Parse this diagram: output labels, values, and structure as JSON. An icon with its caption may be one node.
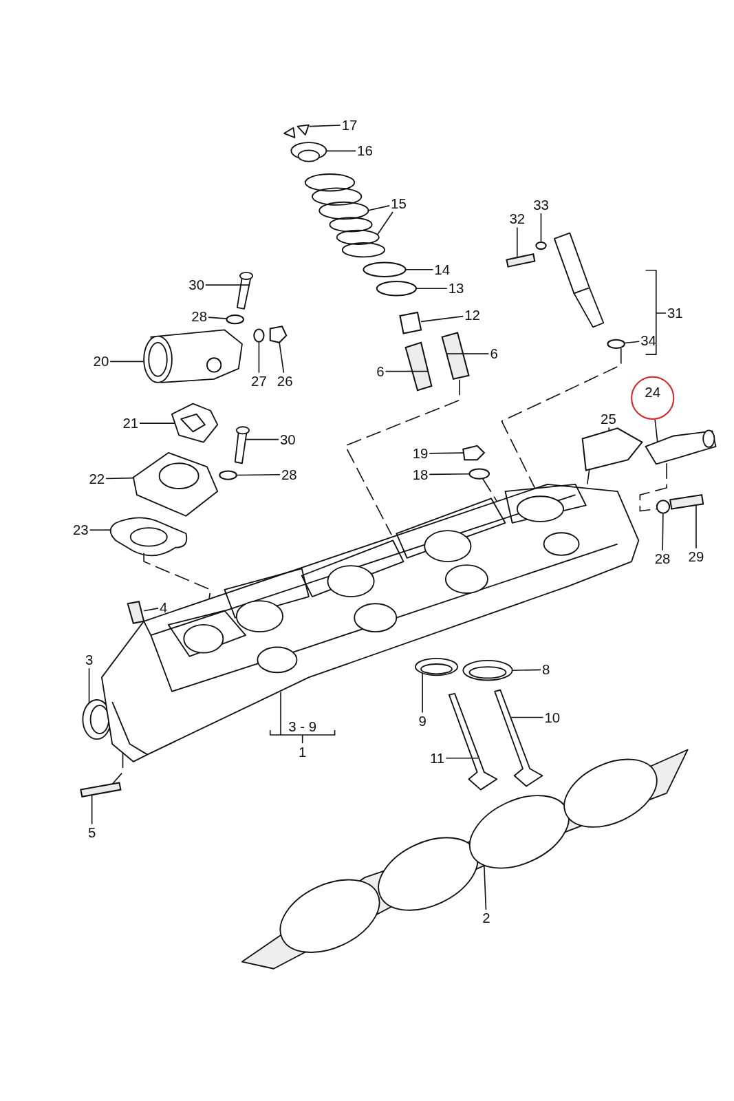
{
  "diagram": {
    "nodes": [
      {
        "text": [
          "17"
        ]
      },
      {
        "text": [
          "16"
        ]
      },
      {
        "text": [
          "15"
        ]
      },
      {
        "text": [
          "33"
        ]
      },
      {
        "text": [
          "32"
        ]
      },
      {
        "text": [
          "30"
        ]
      },
      {
        "text": [
          "14"
        ]
      },
      {
        "text": [
          "13"
        ]
      },
      {
        "text": [
          "31"
        ]
      },
      {
        "text": [
          "28"
        ]
      },
      {
        "text": [
          "12"
        ]
      },
      {
        "text": [
          "34"
        ]
      },
      {
        "text": [
          "20"
        ]
      },
      {
        "text": [
          "6"
        ]
      },
      {
        "text": [
          "6"
        ]
      },
      {
        "text": [
          "27"
        ]
      },
      {
        "text": [
          "26"
        ]
      },
      {
        "text": [
          "24"
        ]
      },
      {
        "text": [
          "25"
        ]
      },
      {
        "text": [
          "21"
        ]
      },
      {
        "text": [
          "30"
        ]
      },
      {
        "text": [
          "19"
        ]
      },
      {
        "text": [
          "22"
        ]
      },
      {
        "text": [
          "28"
        ]
      },
      {
        "text": [
          "18"
        ]
      },
      {
        "text": [
          "23"
        ]
      },
      {
        "text": [
          "28"
        ]
      },
      {
        "text": [
          "29"
        ]
      },
      {
        "text": [
          "4"
        ]
      },
      {
        "text": [
          "3"
        ]
      },
      {
        "text": [
          "8"
        ]
      },
      {
        "text": [
          "10"
        ]
      },
      {
        "text": [
          "9"
        ]
      },
      {
        "text": [
          "1"
        ]
      },
      {
        "text": [
          "11"
        ]
      },
      {
        "text": [
          "5"
        ]
      },
      {
        "text": [
          "2"
        ]
      },
      {
        "text": [],
        "shape": "circle"
      },
      {
        "text": [],
        "shape": "circle"
      },
      {
        "text": [],
        "shape": "box"
      },
      {
        "text": [],
        "shape": "circle"
      },
      {
        "text": [],
        "shape": "circle"
      },
      {
        "text": [],
        "shape": "box"
      },
      {
        "text": [],
        "shape": "box"
      },
      {
        "text": [],
        "shape": "circle"
      },
      {
        "text": [],
        "shape": "circle"
      },
      {
        "text": [],
        "shape": "circle"
      },
      {
        "text": [],
        "shape": "bar"
      },
      {
        "text": [],
        "shape": "picture"
      },
      {
        "text": [],
        "shape": "picture"
      },
      {
        "text": [],
        "shape": "picture"
      },
      {
        "text": [],
        "shape": "bar"
      },
      {
        "text": [],
        "shape": "picture"
      },
      {
        "text": [],
        "shape": "circle"
      },
      {
        "text": [],
        "shape": "circle"
      },
      {
        "text": [],
        "shape": "picture"
      },
      {
        "text": [],
        "shape": "picture"
      },
      {
        "text": [],
        "shape": "bar"
      },
      {
        "text": [],
        "shape": "bar"
      },
      {
        "text": [],
        "shape": "picture"
      },
      {
        "text": [],
        "shape": "box"
      },
      {
        "text": [],
        "shape": "picture"
      },
      {
        "text": [],
        "shape": "picture"
      },
      {
        "text": [],
        "shape": "picture"
      },
      {
        "text": [],
        "shape": "picture"
      },
      {
        "text": [],
        "shape": "bar"
      },
      {
        "text": [],
        "shape": "picture"
      },
      {
        "text": [],
        "shape": "picture"
      },
      {
        "text": [],
        "shape": "picture"
      },
      {
        "text": [],
        "shape": "picture"
      },
      {
        "text": [],
        "shape": "picture"
      },
      {
        "text": [],
        "shape": "picture"
      },
      {
        "text": [],
        "shape": "bar"
      },
      {
        "text": [],
        "shape": "picture"
      }
    ],
    "edges": [
      {
        "from": 0,
        "to": 48,
        "arrow": "none"
      },
      {
        "from": 1,
        "to": 49,
        "arrow": "none"
      },
      {
        "from": 2,
        "to": 50,
        "arrow": "none"
      },
      {
        "from": 2,
        "to": 50,
        "arrow": "none"
      },
      {
        "from": 3,
        "to": 37,
        "arrow": "none"
      },
      {
        "from": 4,
        "to": 51,
        "arrow": "none"
      },
      {
        "from": 5,
        "to": 52,
        "arrow": "none"
      },
      {
        "from": 6,
        "to": 53,
        "arrow": "none"
      },
      {
        "from": 7,
        "to": 54,
        "arrow": "none"
      },
      {
        "from": 8,
        "to": null,
        "arrow": "none"
      },
      {
        "from": 9,
        "to": 38,
        "arrow": "none"
      },
      {
        "from": 10,
        "to": 39,
        "arrow": "none"
      },
      {
        "from": 11,
        "to": 40,
        "arrow": "none"
      },
      {
        "from": 12,
        "to": 56,
        "arrow": "none"
      },
      {
        "from": 13,
        "to": 57,
        "arrow": "none"
      },
      {
        "from": 14,
        "to": 58,
        "arrow": "none"
      },
      {
        "from": 15,
        "to": 41,
        "arrow": "none"
      },
      {
        "from": 16,
        "to": 42,
        "arrow": "none"
      },
      {
        "from": 17,
        "to": 59,
        "arrow": "none"
      },
      {
        "from": 18,
        "to": 60,
        "arrow": "none"
      },
      {
        "from": 19,
        "to": 61,
        "arrow": "none"
      },
      {
        "from": 20,
        "to": 62,
        "arrow": "none"
      },
      {
        "from": 21,
        "to": 43,
        "arrow": "none"
      },
      {
        "from": 22,
        "to": 63,
        "arrow": "none"
      },
      {
        "from": 23,
        "to": 44,
        "arrow": "none"
      },
      {
        "from": 24,
        "to": 45,
        "arrow": "none"
      },
      {
        "from": 25,
        "to": 64,
        "arrow": "none"
      },
      {
        "from": 26,
        "to": 46,
        "arrow": "none"
      },
      {
        "from": 27,
        "to": 65,
        "arrow": "none"
      },
      {
        "from": 28,
        "to": 47,
        "arrow": "none"
      },
      {
        "from": 29,
        "to": 66,
        "arrow": "none"
      },
      {
        "from": 30,
        "to": 67,
        "arrow": "none"
      },
      {
        "from": 31,
        "to": 68,
        "arrow": "none"
      },
      {
        "from": 32,
        "to": 69,
        "arrow": "none"
      },
      {
        "from": 33,
        "to": 70,
        "arrow": "none"
      },
      {
        "from": 34,
        "to": 71,
        "arrow": "none"
      },
      {
        "from": 35,
        "to": 72,
        "arrow": "none"
      },
      {
        "from": 36,
        "to": 73,
        "arrow": "none"
      },
      {
        "from": 57,
        "to": 70,
        "arrow": "none",
        "style": "dashed"
      },
      {
        "from": 40,
        "to": 70,
        "arrow": "none",
        "style": "dashed"
      },
      {
        "from": 64,
        "to": 70,
        "arrow": "none",
        "style": "dashed"
      },
      {
        "from": 45,
        "to": 70,
        "arrow": "none",
        "style": "dashed"
      },
      {
        "from": 60,
        "to": 70,
        "arrow": "none",
        "style": "dashed"
      },
      {
        "from": 59,
        "to": 46,
        "arrow": "none",
        "style": "dashed"
      },
      {
        "from": 70,
        "to": 72,
        "arrow": "none",
        "style": "dashed"
      }
    ],
    "labels": [
      "3 - 9"
    ]
  }
}
